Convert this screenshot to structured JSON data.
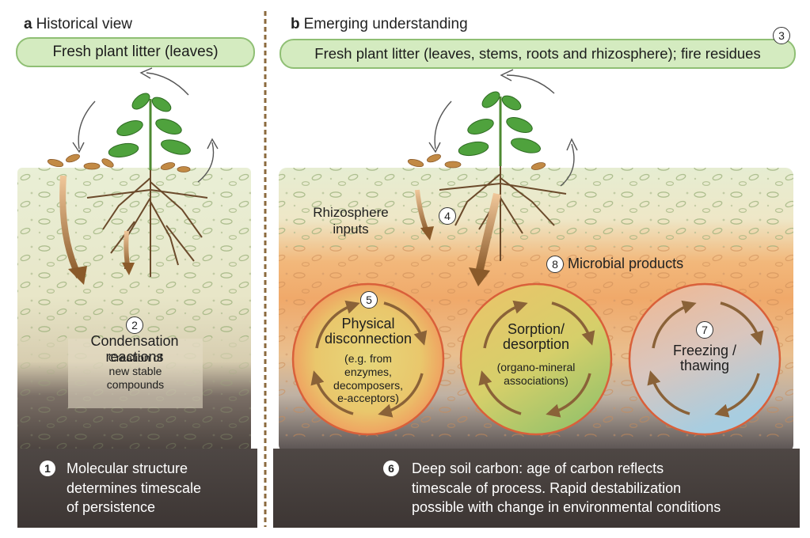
{
  "panel_a": {
    "letter": "a",
    "heading": "Historical view",
    "litter": "Fresh plant litter (leaves)",
    "condensation_num": "2",
    "condensation": "Condensation\nreactions",
    "stable_compounds": "Creation of\nnew stable\ncompounds",
    "persistence_num": "1",
    "persistence": "Molecular structure\ndetermines timescale\nof persistence"
  },
  "panel_b": {
    "letter": "b",
    "heading": "Emerging understanding",
    "litter": "Fresh plant litter (leaves, stems, roots and rhizosphere); fire residues",
    "litter_num": "3",
    "rhizosphere": "Rhizosphere\ninputs",
    "rhizosphere_num": "4",
    "microbial_num": "8",
    "microbial": "Microbial products",
    "physical_num": "5",
    "physical_title": "Physical\ndisconnection",
    "physical_detail": "(e.g. from\nenzymes,\ndecomposers,\ne-acceptors)",
    "sorption_title": "Sorption/\ndesorption",
    "sorption_detail": "(organo-mineral\nassociations)",
    "freezing_num": "7",
    "freezing_title": "Freezing /\nthawing",
    "deep_num": "6",
    "deep": "Deep soil carbon: age of carbon reflects\ntimescale of process. Rapid destabilization\npossible with change in environmental conditions"
  },
  "colors": {
    "pill_fill": "#d4ebc0",
    "pill_border": "#8fbf74",
    "circle_ring": "#d9603a",
    "arrow_brown": "#8a6238",
    "dark_band": "#47403d",
    "soil_top": "#e5ebd0",
    "soil_orange": "#f0a869"
  },
  "icons": [
    "plant-icon",
    "leaf-litter-icon",
    "root-icon",
    "cycle-arrow-icon",
    "flow-arrow-icon"
  ]
}
